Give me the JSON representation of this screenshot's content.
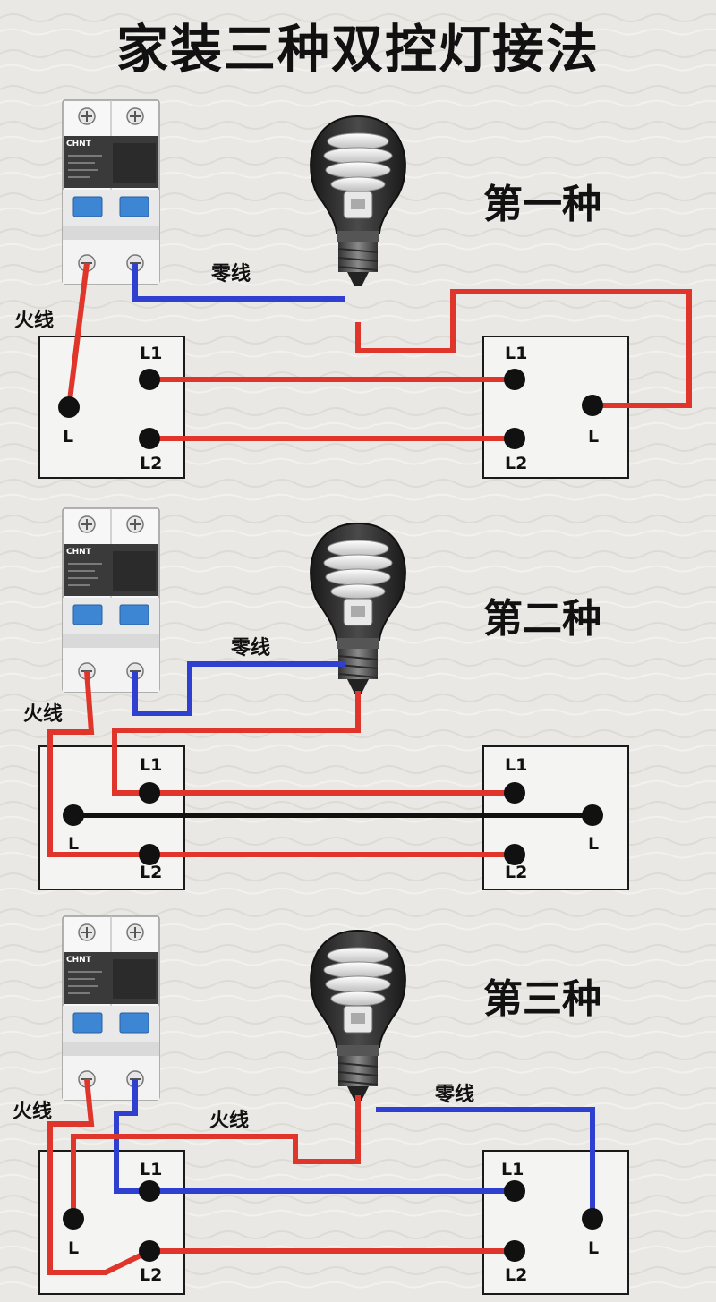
{
  "title": "家装三种双控灯接法",
  "breaker_brand": "CHNT",
  "labels": {
    "live": "火线",
    "neutral": "零线",
    "L": "L",
    "L1": "L1",
    "L2": "L2"
  },
  "schemes": [
    {
      "title": "第一种"
    },
    {
      "title": "第二种"
    },
    {
      "title": "第三种"
    }
  ],
  "colors": {
    "live_wire": "#e0352b",
    "neutral_wire": "#2f3fd0",
    "traveler_black": "#111111"
  }
}
